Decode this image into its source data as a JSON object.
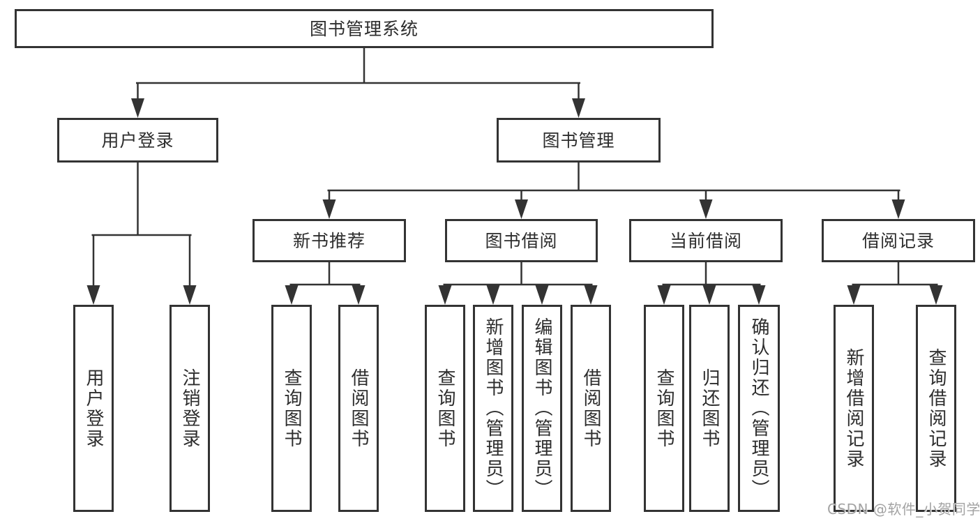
{
  "watermark": "CSDN @软件_小贺同学",
  "colors": {
    "line": "#333333",
    "border": "#333333",
    "text": "#2d2d2d",
    "background": "#ffffff",
    "watermark": "#a3a3a3"
  },
  "nodes": [
    {
      "id": "root",
      "label": "图书管理系统"
    },
    {
      "id": "user-login",
      "label": "用户登录"
    },
    {
      "id": "book-mgmt",
      "label": "图书管理"
    },
    {
      "id": "new-book-rec",
      "label": "新书推荐"
    },
    {
      "id": "book-borrow",
      "label": "图书借阅"
    },
    {
      "id": "current-borrow",
      "label": "当前借阅"
    },
    {
      "id": "borrow-record",
      "label": "借阅记录"
    },
    {
      "id": "op-user-login",
      "label": "用户登录"
    },
    {
      "id": "op-logout",
      "label": "注销登录"
    },
    {
      "id": "nb-query-book",
      "label": "查询图书"
    },
    {
      "id": "nb-borrow-book",
      "label": "借阅图书"
    },
    {
      "id": "bb-query-book",
      "label": "查询图书"
    },
    {
      "id": "bb-add-book",
      "label": "新增图书（管理员）"
    },
    {
      "id": "bb-edit-book",
      "label": "编辑图书（管理员）"
    },
    {
      "id": "bb-borrow-book",
      "label": "借阅图书"
    },
    {
      "id": "cb-query-book",
      "label": "查询图书"
    },
    {
      "id": "cb-return-book",
      "label": "归还图书"
    },
    {
      "id": "cb-confirm-return",
      "label": "确认归还（管理员）"
    },
    {
      "id": "br-add-record",
      "label": "新增借阅记录"
    },
    {
      "id": "br-query-record",
      "label": "查询借阅记录"
    }
  ],
  "tree": [
    {
      "parent": "root",
      "children": [
        "user-login",
        "book-mgmt"
      ]
    },
    {
      "parent": "user-login",
      "children": [
        "op-user-login",
        "op-logout"
      ]
    },
    {
      "parent": "book-mgmt",
      "children": [
        "new-book-rec",
        "book-borrow",
        "current-borrow",
        "borrow-record"
      ]
    },
    {
      "parent": "new-book-rec",
      "children": [
        "nb-query-book",
        "nb-borrow-book"
      ]
    },
    {
      "parent": "book-borrow",
      "children": [
        "bb-query-book",
        "bb-add-book",
        "bb-edit-book",
        "bb-borrow-book"
      ]
    },
    {
      "parent": "current-borrow",
      "children": [
        "cb-query-book",
        "cb-return-book",
        "cb-confirm-return"
      ]
    },
    {
      "parent": "borrow-record",
      "children": [
        "br-add-record",
        "br-query-record"
      ]
    }
  ]
}
